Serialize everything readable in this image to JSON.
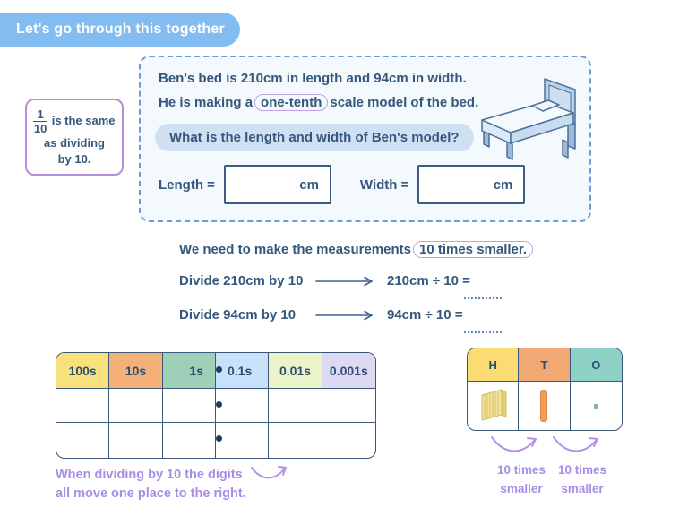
{
  "banner": {
    "label": "Let's go through this together"
  },
  "side_note": {
    "numerator": "1",
    "denominator": "10",
    "line1": "is the same",
    "line2": "as dividing",
    "line3": "by 10."
  },
  "problem": {
    "line1": "Ben's bed is 210cm in length and 94cm in width.",
    "line2_pre": "He is making a",
    "line2_circled": "one-tenth",
    "line2_post": "scale model of the bed.",
    "question": "What is the length and width of Ben's model?",
    "length_label": "Length =",
    "width_label": "Width =",
    "unit": "cm",
    "length_value": "",
    "width_value": ""
  },
  "working": {
    "intro_pre": "We need to make the measurements",
    "intro_circled": "10 times smaller.",
    "rows": [
      {
        "instruction": "Divide 210cm by 10",
        "equation": "210cm ÷ 10 ="
      },
      {
        "instruction": "Divide 94cm by 10",
        "equation": "94cm ÷ 10 ="
      }
    ]
  },
  "place_value_table": {
    "headers": [
      {
        "label": "100s",
        "color": "#f8e07a"
      },
      {
        "label": "10s",
        "color": "#f3b078"
      },
      {
        "label": "1s",
        "color": "#9dd0b6"
      },
      {
        "label": "0.1s",
        "color": "#c9e1f8"
      },
      {
        "label": "0.01s",
        "color": "#ebf3c9"
      },
      {
        "label": "0.001s",
        "color": "#ded9f3"
      }
    ],
    "body_rows": 2,
    "decimal_point": "between 1s and 0.1s columns"
  },
  "hto_table": {
    "headers": [
      {
        "label": "H",
        "color": "#fbdc72"
      },
      {
        "label": "T",
        "color": "#f2a872"
      },
      {
        "label": "O",
        "color": "#8ed1c6"
      }
    ],
    "cells": [
      "hundred-flat-block",
      "ten-rod-block",
      "one-cube-block"
    ],
    "arrow_labels": [
      {
        "line1": "10 times",
        "line2": "smaller"
      },
      {
        "line1": "10 times",
        "line2": "smaller"
      }
    ]
  },
  "footnote": {
    "line1": "When dividing by 10 the digits",
    "line2": "all move one place to the right."
  },
  "colors": {
    "banner_bg": "#83bcf0",
    "text_navy": "#35567d",
    "purple_text": "#a78de5",
    "purple_box_border": "#b48cd8",
    "circle_highlight_border": "#c2a0e0",
    "dashed_border": "#6d9bd8",
    "problem_box_bg": "#f4f9fd",
    "question_pill_bg": "#cfe0f2",
    "input_border": "#3d5a80",
    "table_border": "#3b5878",
    "arrow_purple": "#b491e8"
  }
}
